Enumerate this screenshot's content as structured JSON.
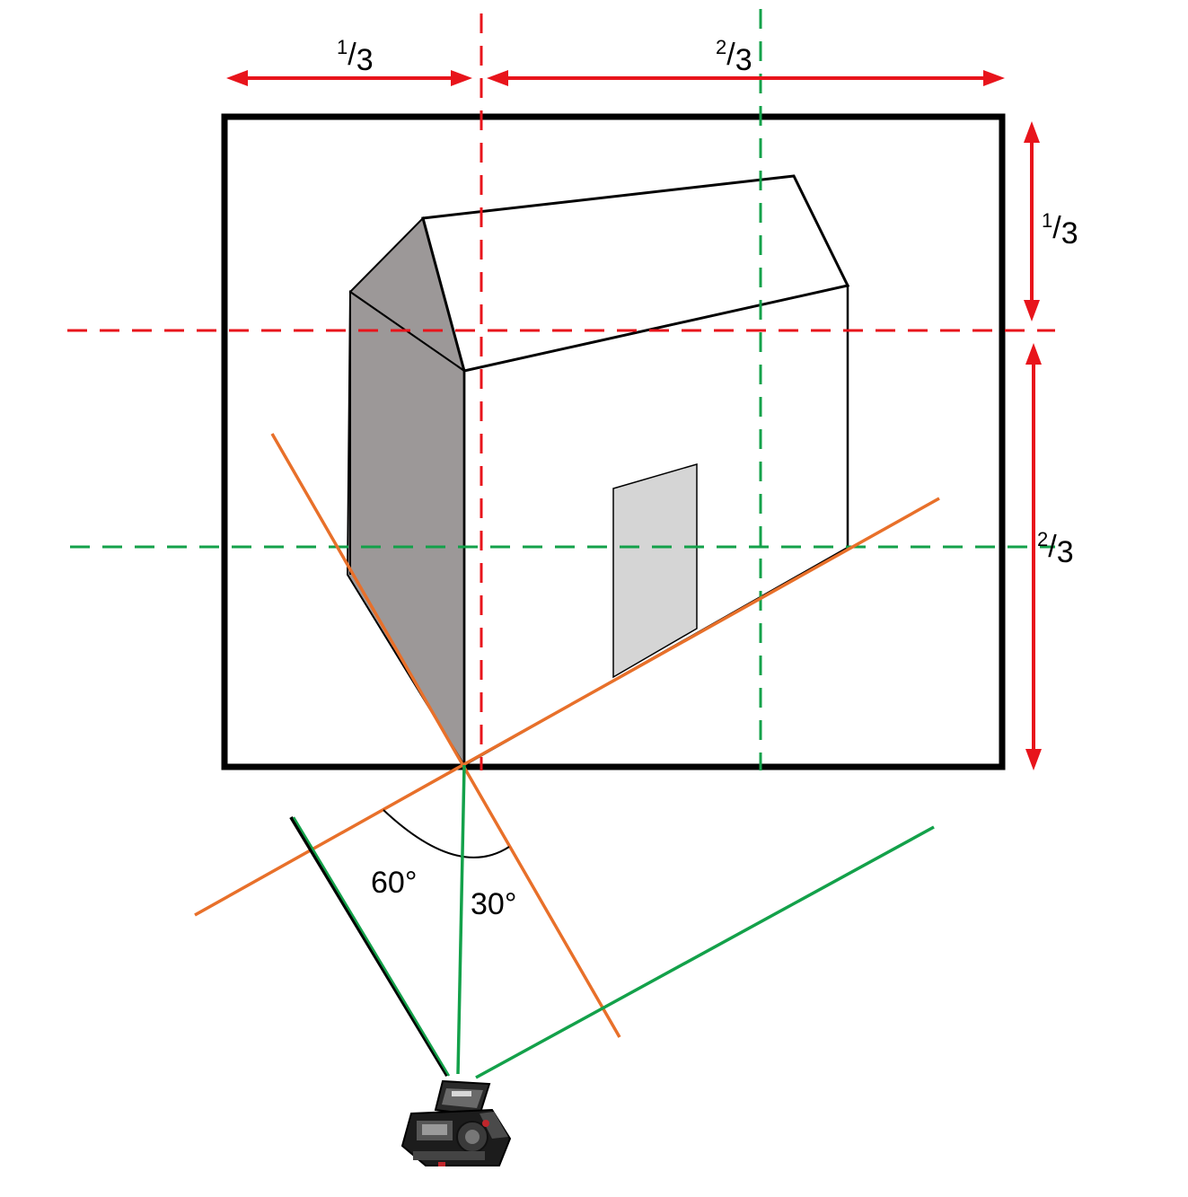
{
  "labels": {
    "top_third": {
      "num": "1",
      "den": "3"
    },
    "top_two_thirds": {
      "num": "2",
      "den": "3"
    },
    "right_third": {
      "num": "1",
      "den": "3"
    },
    "right_two_thirds": {
      "num": "2",
      "den": "3"
    },
    "angle_60": "60°",
    "angle_30": "30°"
  },
  "colors": {
    "frame": "#000000",
    "red_guides": "#e8141b",
    "green_guides": "#13a14a",
    "orange_lines": "#e8702a",
    "house_shadow_side": "#9c9898",
    "door": "#d5d5d5"
  },
  "icons": {
    "camera": "camera-icon"
  }
}
